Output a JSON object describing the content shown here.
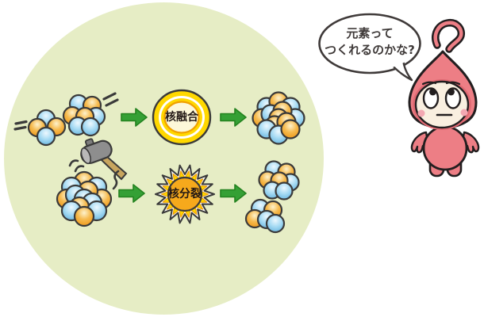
{
  "diagram": {
    "fusion": {
      "label": "核融合",
      "reactant_particle_counts": [
        4,
        7
      ],
      "product_particle_counts": [
        13
      ]
    },
    "fission": {
      "label": "核分裂",
      "reactant_particle_counts": [
        13
      ],
      "product_particle_counts": [
        7,
        5
      ]
    }
  },
  "speech_bubble": {
    "line1": "元素って",
    "line2": "つくれるのかな?"
  },
  "icons": {
    "arrow_right": "➡",
    "hammer": "🔨",
    "question_curl": "?",
    "speed_lines": "=",
    "impact_marks": "〰"
  },
  "colors": {
    "background_circle": "#e6edc5",
    "arrow_green": "#35a035",
    "ring_yellow": "#ffd800",
    "ring_center": "#fdf8d9",
    "burst_orange": "#f6a91c",
    "particle_blue": "#aadcf3",
    "particle_orange": "#f7bb50",
    "mascot_pink": "#ed7e85",
    "mascot_face": "#f9efe0",
    "outline": "#3a3a3a"
  }
}
